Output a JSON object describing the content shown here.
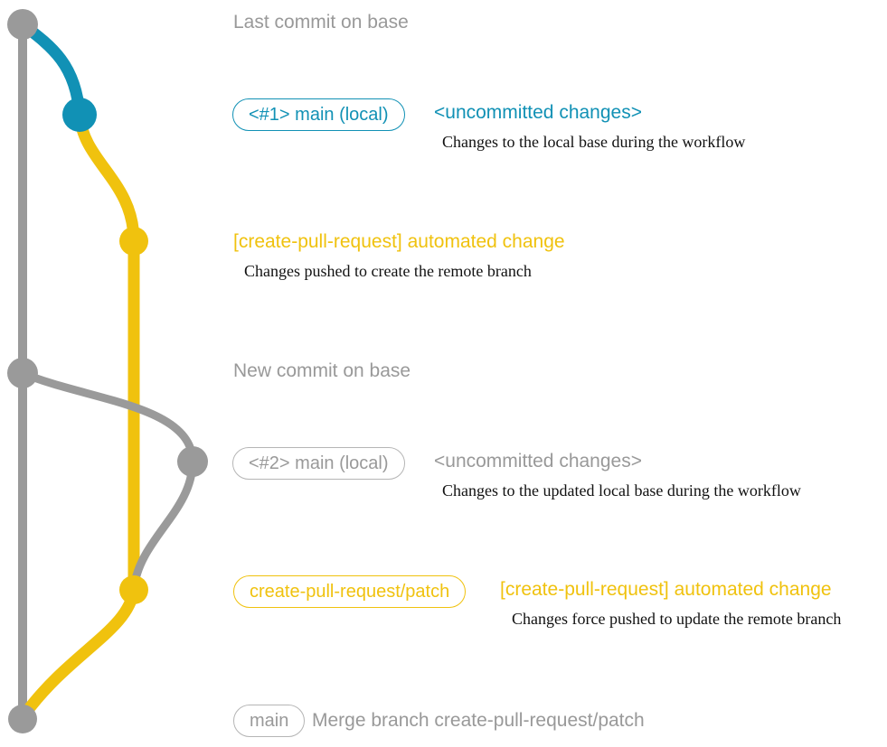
{
  "colors": {
    "gray_line": "#9a9a9a",
    "gray_text": "#999999",
    "gray_border": "#b5b5b5",
    "blue": "#1191b5",
    "yellow": "#f0c20e",
    "ink": "#111111"
  },
  "rows": {
    "last_commit": {
      "label": "Last commit on base"
    },
    "commit1": {
      "badge": "<#1> main (local)",
      "title": "<uncommitted changes>",
      "desc": "Changes to the local base during the workflow"
    },
    "commit2": {
      "title": "[create-pull-request] automated change",
      "desc": "Changes pushed to create the remote branch"
    },
    "new_commit": {
      "label": "New commit on base"
    },
    "commit3": {
      "badge": "<#2> main (local)",
      "title": "<uncommitted changes>",
      "desc": "Changes to the updated local base during the workflow"
    },
    "commit4": {
      "badge": "create-pull-request/patch",
      "title": "[create-pull-request] automated change",
      "desc": "Changes force pushed to update the remote branch"
    },
    "merge": {
      "badge": "main",
      "title": "Merge branch create-pull-request/patch"
    }
  }
}
